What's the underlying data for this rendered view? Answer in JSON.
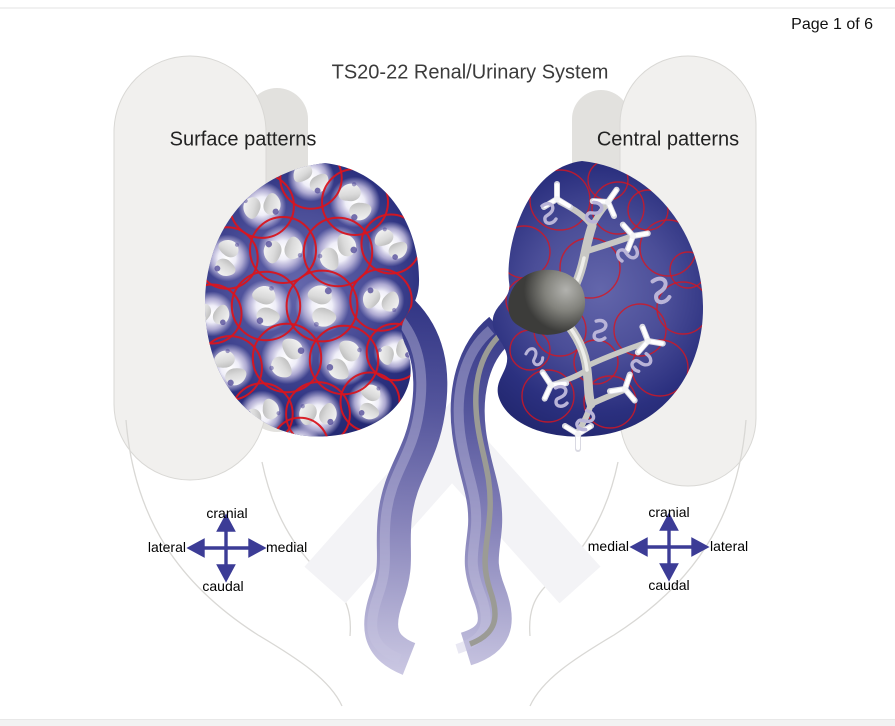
{
  "page": {
    "indicator": "Page 1 of 6"
  },
  "diagram": {
    "title": "TS20-22 Renal/Urinary System",
    "left_panel_label": "Surface patterns",
    "right_panel_label": "Central patterns",
    "compass_left": {
      "top": "cranial",
      "left": "lateral",
      "right": "medial",
      "bottom": "caudal"
    },
    "compass_right": {
      "top": "cranial",
      "left": "medial",
      "right": "lateral",
      "bottom": "caudal"
    }
  },
  "colors": {
    "kidney_navy": "#272c7c",
    "kidney_center": "#5c5fa4",
    "vessel_red": "#d8151f",
    "lobule_lavender": "#b9b4d8",
    "ribbon_dark": "#2e3282",
    "ribbon_light": "#cdcae4",
    "duct_gray": "#9b9b95",
    "silhouette_fill": "#f1f0ee",
    "silhouette_shadow": "#e2e1de",
    "silhouette_line": "#d9d8d5",
    "compass_arrow": "#3c3c96",
    "text_dark": "#1f1f1f"
  }
}
